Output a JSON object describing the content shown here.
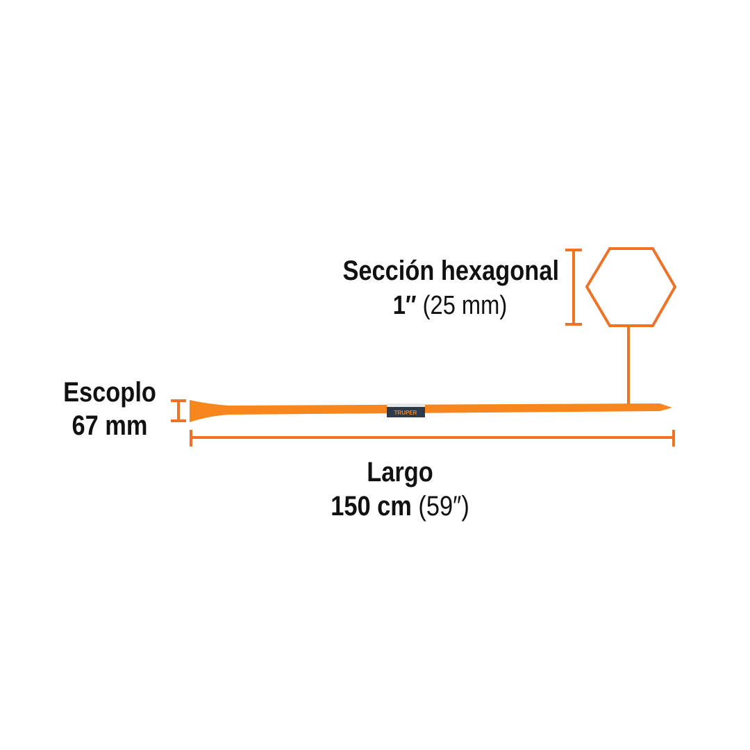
{
  "colors": {
    "dimension": "#f07227",
    "bar": "#f7861c",
    "label_bg": "#2d3a4a",
    "text": "#111111"
  },
  "labels": {
    "hex_title": "Sección hexagonal",
    "hex_size_bold": "1″",
    "hex_size_light": "(25 mm)",
    "chisel_title": "Escoplo",
    "chisel_size": "67 mm",
    "length_title": "Largo",
    "length_size_bold": "150 cm",
    "length_size_light": "(59″)"
  },
  "product_label": {
    "brand": "TRUPER"
  }
}
